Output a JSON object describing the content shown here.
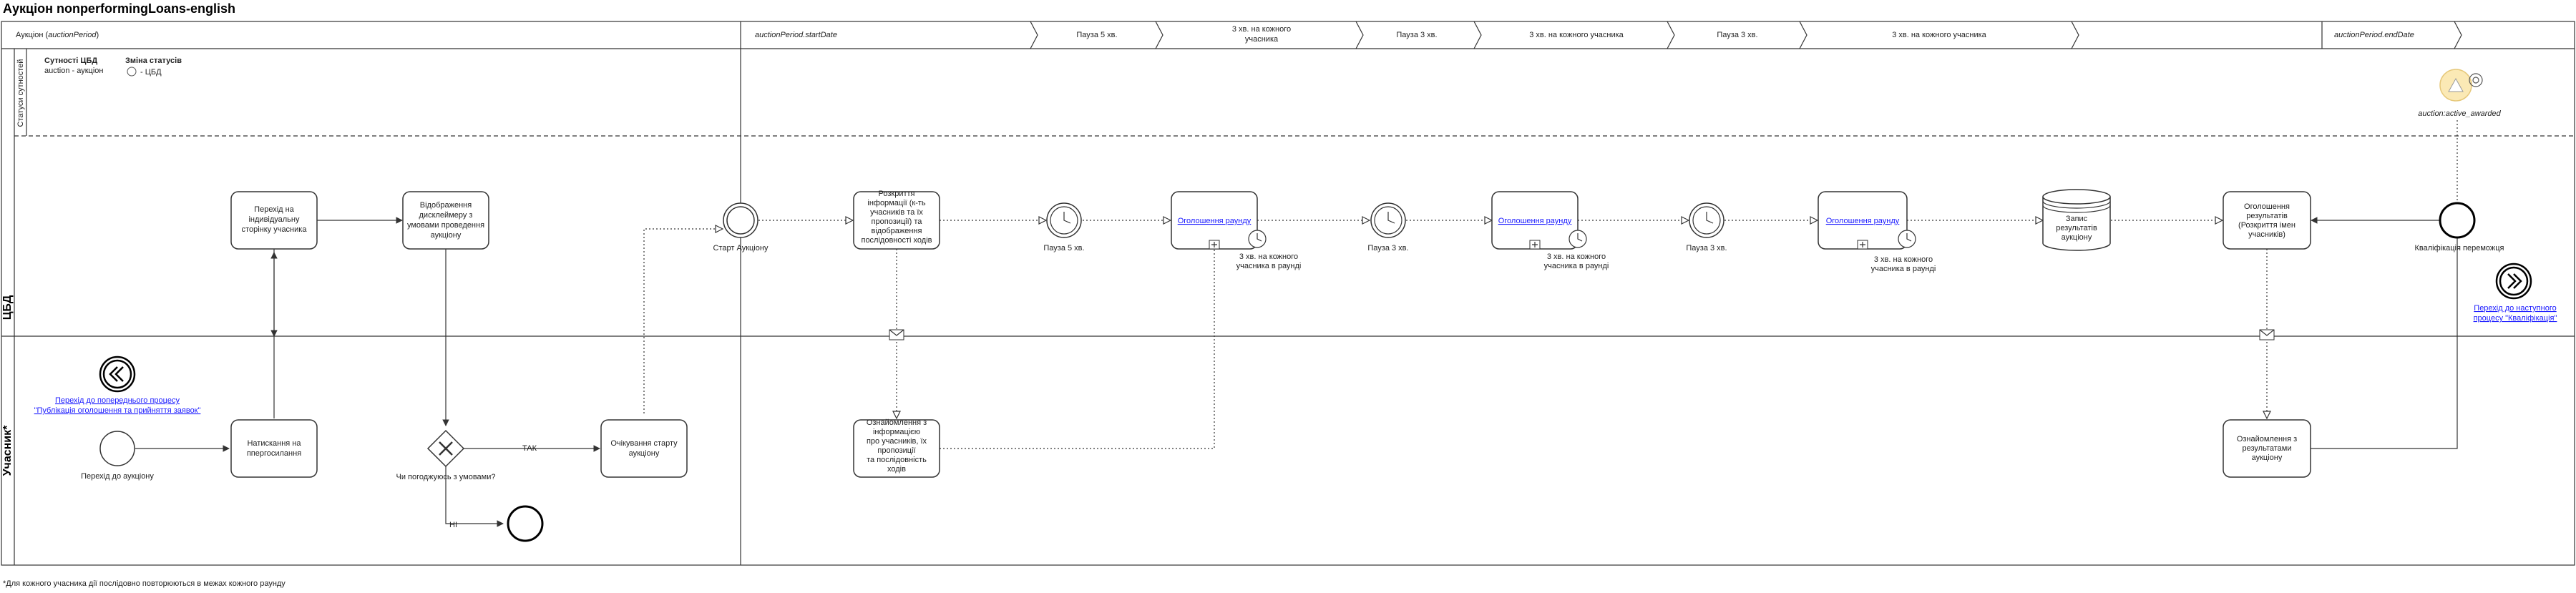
{
  "title": "Аукціон nonperformingLoans-english",
  "footnote": "*Для кожного учасника дії послідовно повторюються в межах кожного раунду",
  "header": {
    "period_prefix": "Аукціон (",
    "period_var": "auctionPeriod",
    "period_suffix": ")",
    "start": "auctionPeriod.startDate",
    "end": "auctionPeriod.endDate",
    "phases": [
      "Пауза 5 хв.",
      "3 хв. на кожного",
      "учасника",
      "Пауза 3 хв.",
      "3 хв. на кожного учасника",
      "Пауза 3 хв.",
      "3 хв. на кожного учасника"
    ]
  },
  "lanes": {
    "cbd": "ЦБД",
    "status": "Статуси сутностей",
    "participant": "Учасник*"
  },
  "legend": {
    "entities_title": "Сутності ЦБД",
    "entities_value": "auction - аукціон",
    "status_title": "Зміна статусів",
    "status_value": "- ЦБД"
  },
  "status_label": "auction:active_awarded",
  "cbd": {
    "personal_page": [
      "Перехід на",
      "індивідуальну",
      "сторінку учасника"
    ],
    "disclaimer": [
      "Відображення",
      "дисклеймеру з",
      "умовами проведення",
      "аукціону"
    ],
    "start_event": "Старт Аукціону",
    "disclosure": [
      "Розкриття",
      "інформації (к-ть",
      "учасників та їх",
      "пропозиції) та",
      "відображення",
      "послідовності ходів"
    ],
    "pause5": "Пауза 5 хв.",
    "round": "Оголошення раунду",
    "per_participant": [
      "3 хв. на кожного",
      "учасника в раунді"
    ],
    "pause3": "Пауза 3 хв.",
    "save_results": [
      "Запис",
      "результатів",
      "аукціону"
    ],
    "announce": [
      "Оголошення",
      "результатів",
      "(Розкриття імен",
      "учасників)"
    ],
    "qualify": "Кваліфікація переможця",
    "next_link": [
      "Перехід до наступного",
      "процесу \"Кваліфікація\""
    ]
  },
  "participant": {
    "prev_link": [
      "Перехід до попереднього процесу",
      "\"Публікація оголошення та прийняття заявок\""
    ],
    "go_auction": "Перехід до аукціону",
    "click_link": [
      "Натискання на",
      "ппергосилання"
    ],
    "gateway_q": "Чи погоджуюсь з умовами?",
    "yes": "ТАК",
    "no": "НІ",
    "wait_start": [
      "Очікування старту",
      "аукціону"
    ],
    "review_info": [
      "Ознайомлення з",
      "інформацією",
      "про учасників, їх",
      "пропозиції",
      "та послідовність",
      "ходів"
    ],
    "review_results": [
      "Ознайомлення з",
      "результатами",
      "аукціону"
    ]
  }
}
